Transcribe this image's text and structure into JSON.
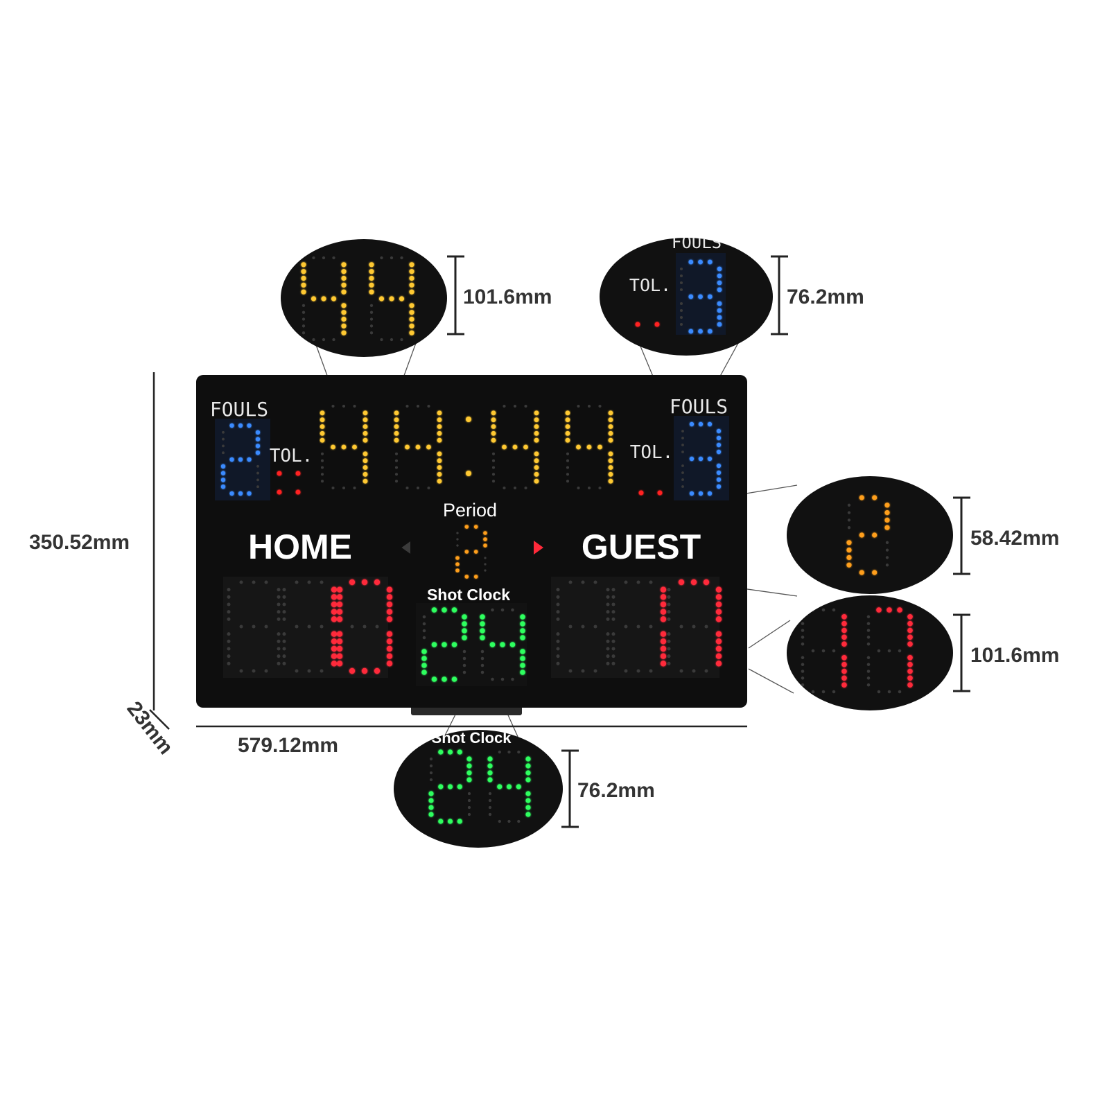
{
  "board": {
    "home_label": "HOME",
    "guest_label": "GUEST",
    "period_label": "Period",
    "shot_clock_label": "Shot Clock",
    "fouls_label": "FOULS",
    "tol_label": "TOL.",
    "clock": "44:44",
    "period": "2",
    "home_score": "10",
    "guest_score": "17",
    "shot_clock": "24",
    "home_fouls": "2",
    "guest_fouls": "3"
  },
  "colors": {
    "clock": "#ffc933",
    "period": "#ff9f1a",
    "score": "#ff2a3a",
    "shot_clock": "#2dff5f",
    "fouls": "#3a8bff",
    "tol": "#ff2020",
    "board": "#0e0e0e",
    "dim_led": "#3a3a3a"
  },
  "dimensions": {
    "height": "350.52mm",
    "width": "579.12mm",
    "depth": "23mm"
  },
  "callouts": {
    "clock_digit_height": "101.6mm",
    "fouls_digit_height": "76.2mm",
    "period_digit_height": "58.42mm",
    "score_digit_height": "101.6mm",
    "shot_clock_digit_height": "76.2mm",
    "clock_digits": "44",
    "fouls_digit": "3",
    "period_digit": "2",
    "score_digits": "17",
    "shot_digits": "24",
    "fouls_partial_label": "FOULS",
    "shot_partial_label": "Shot Clock"
  }
}
